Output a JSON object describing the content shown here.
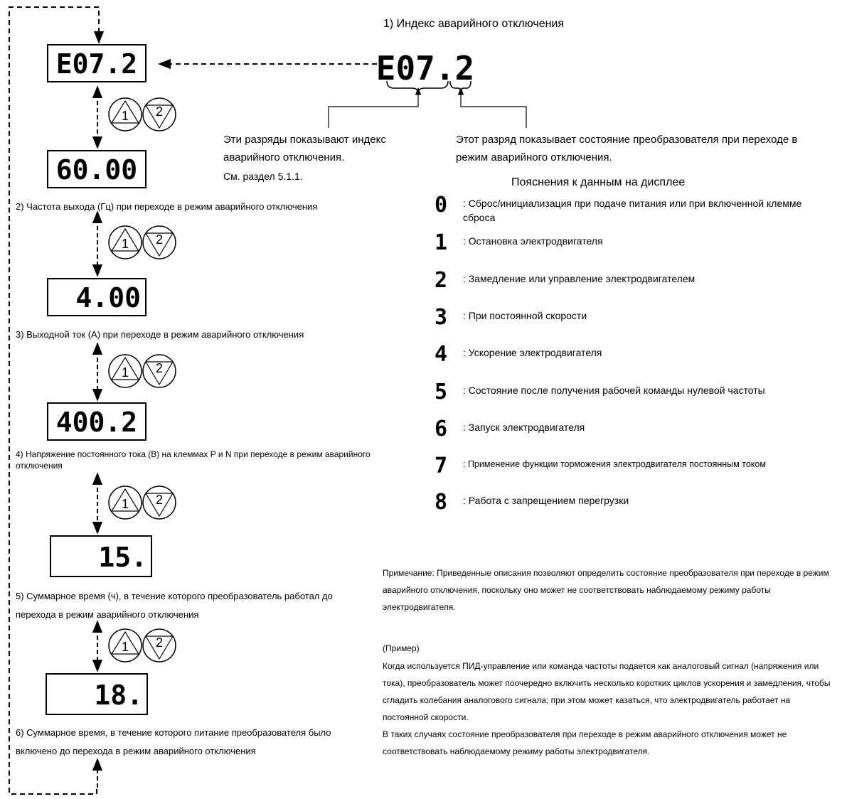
{
  "displays": [
    "E07.2",
    "60.00",
    "4.00",
    "400.2",
    "15.",
    "18."
  ],
  "keys": {
    "up": "1",
    "down": "2"
  },
  "item_labels": [
    "2) Частота выхода (Гц) при переходе в режим аварийного отключения",
    "3) Выходной ток (А) при переходе в режим аварийного отключения",
    "4) Напряжение постоянного тока (В) на клеммах P и N при переходе в режим аварийного отключения",
    "5) Суммарное время (ч), в течение которого преобразователь работал до перехода в режим аварийного отключения",
    "6) Суммарное время, в течение которого питание преобразователя было включено до перехода в режим аварийного отключения"
  ],
  "index_section": {
    "title": "1) Индекс аварийного отключения",
    "display": "E07.2",
    "left_caption": "Эти разряды показывают индекс аварийного отключения.",
    "left_ref": "См. раздел 5.1.1.",
    "right_caption": "Этот разряд показывает состояние преобразователя при переходе в режим аварийного отключения."
  },
  "legend": {
    "title": "Пояснения к данным на дисплее",
    "items": [
      {
        "digit": "0",
        "text": ": Сброс/инициализация при подаче питания или при включенной клемме сброса"
      },
      {
        "digit": "1",
        "text": ": Остановка электродвигателя"
      },
      {
        "digit": "2",
        "text": ": Замедление или управление электродвигателем"
      },
      {
        "digit": "3",
        "text": ": При постоянной скорости"
      },
      {
        "digit": "4",
        "text": ": Ускорение электродвигателя"
      },
      {
        "digit": "5",
        "text": ": Состояние после получения рабочей команды нулевой частоты"
      },
      {
        "digit": "6",
        "text": ": Запуск электродвигателя"
      },
      {
        "digit": "7",
        "text": ": Применение функции торможения электродвигателя постоянным током"
      },
      {
        "digit": "8",
        "text": ": Работа с запрещением перегрузки"
      }
    ]
  },
  "note": {
    "text": "Примечание: Приведенные описания позволяют определить состояние преобразователя при переходе в режим аварийного отключения, поскольку оно может не соответствовать наблюдаемому режиму работы электродвигателя.",
    "example_title": "(Пример)",
    "example_text": "Когда используется ПИД-управление или команда частоты подается как аналоговый сигнал (напряжения или тока), преобразователь может поочередно включить несколько коротких циклов ускорения и замедления, чтобы сгладить колебания аналогового сигнала; при этом может казаться, что электродвигатель работает на постоянной скорости.",
    "example_text2": "В таких случаях состояние преобразователя при переходе в режим аварийного отключения может не соответствовать наблюдаемому режиму работы электродвигателя."
  }
}
